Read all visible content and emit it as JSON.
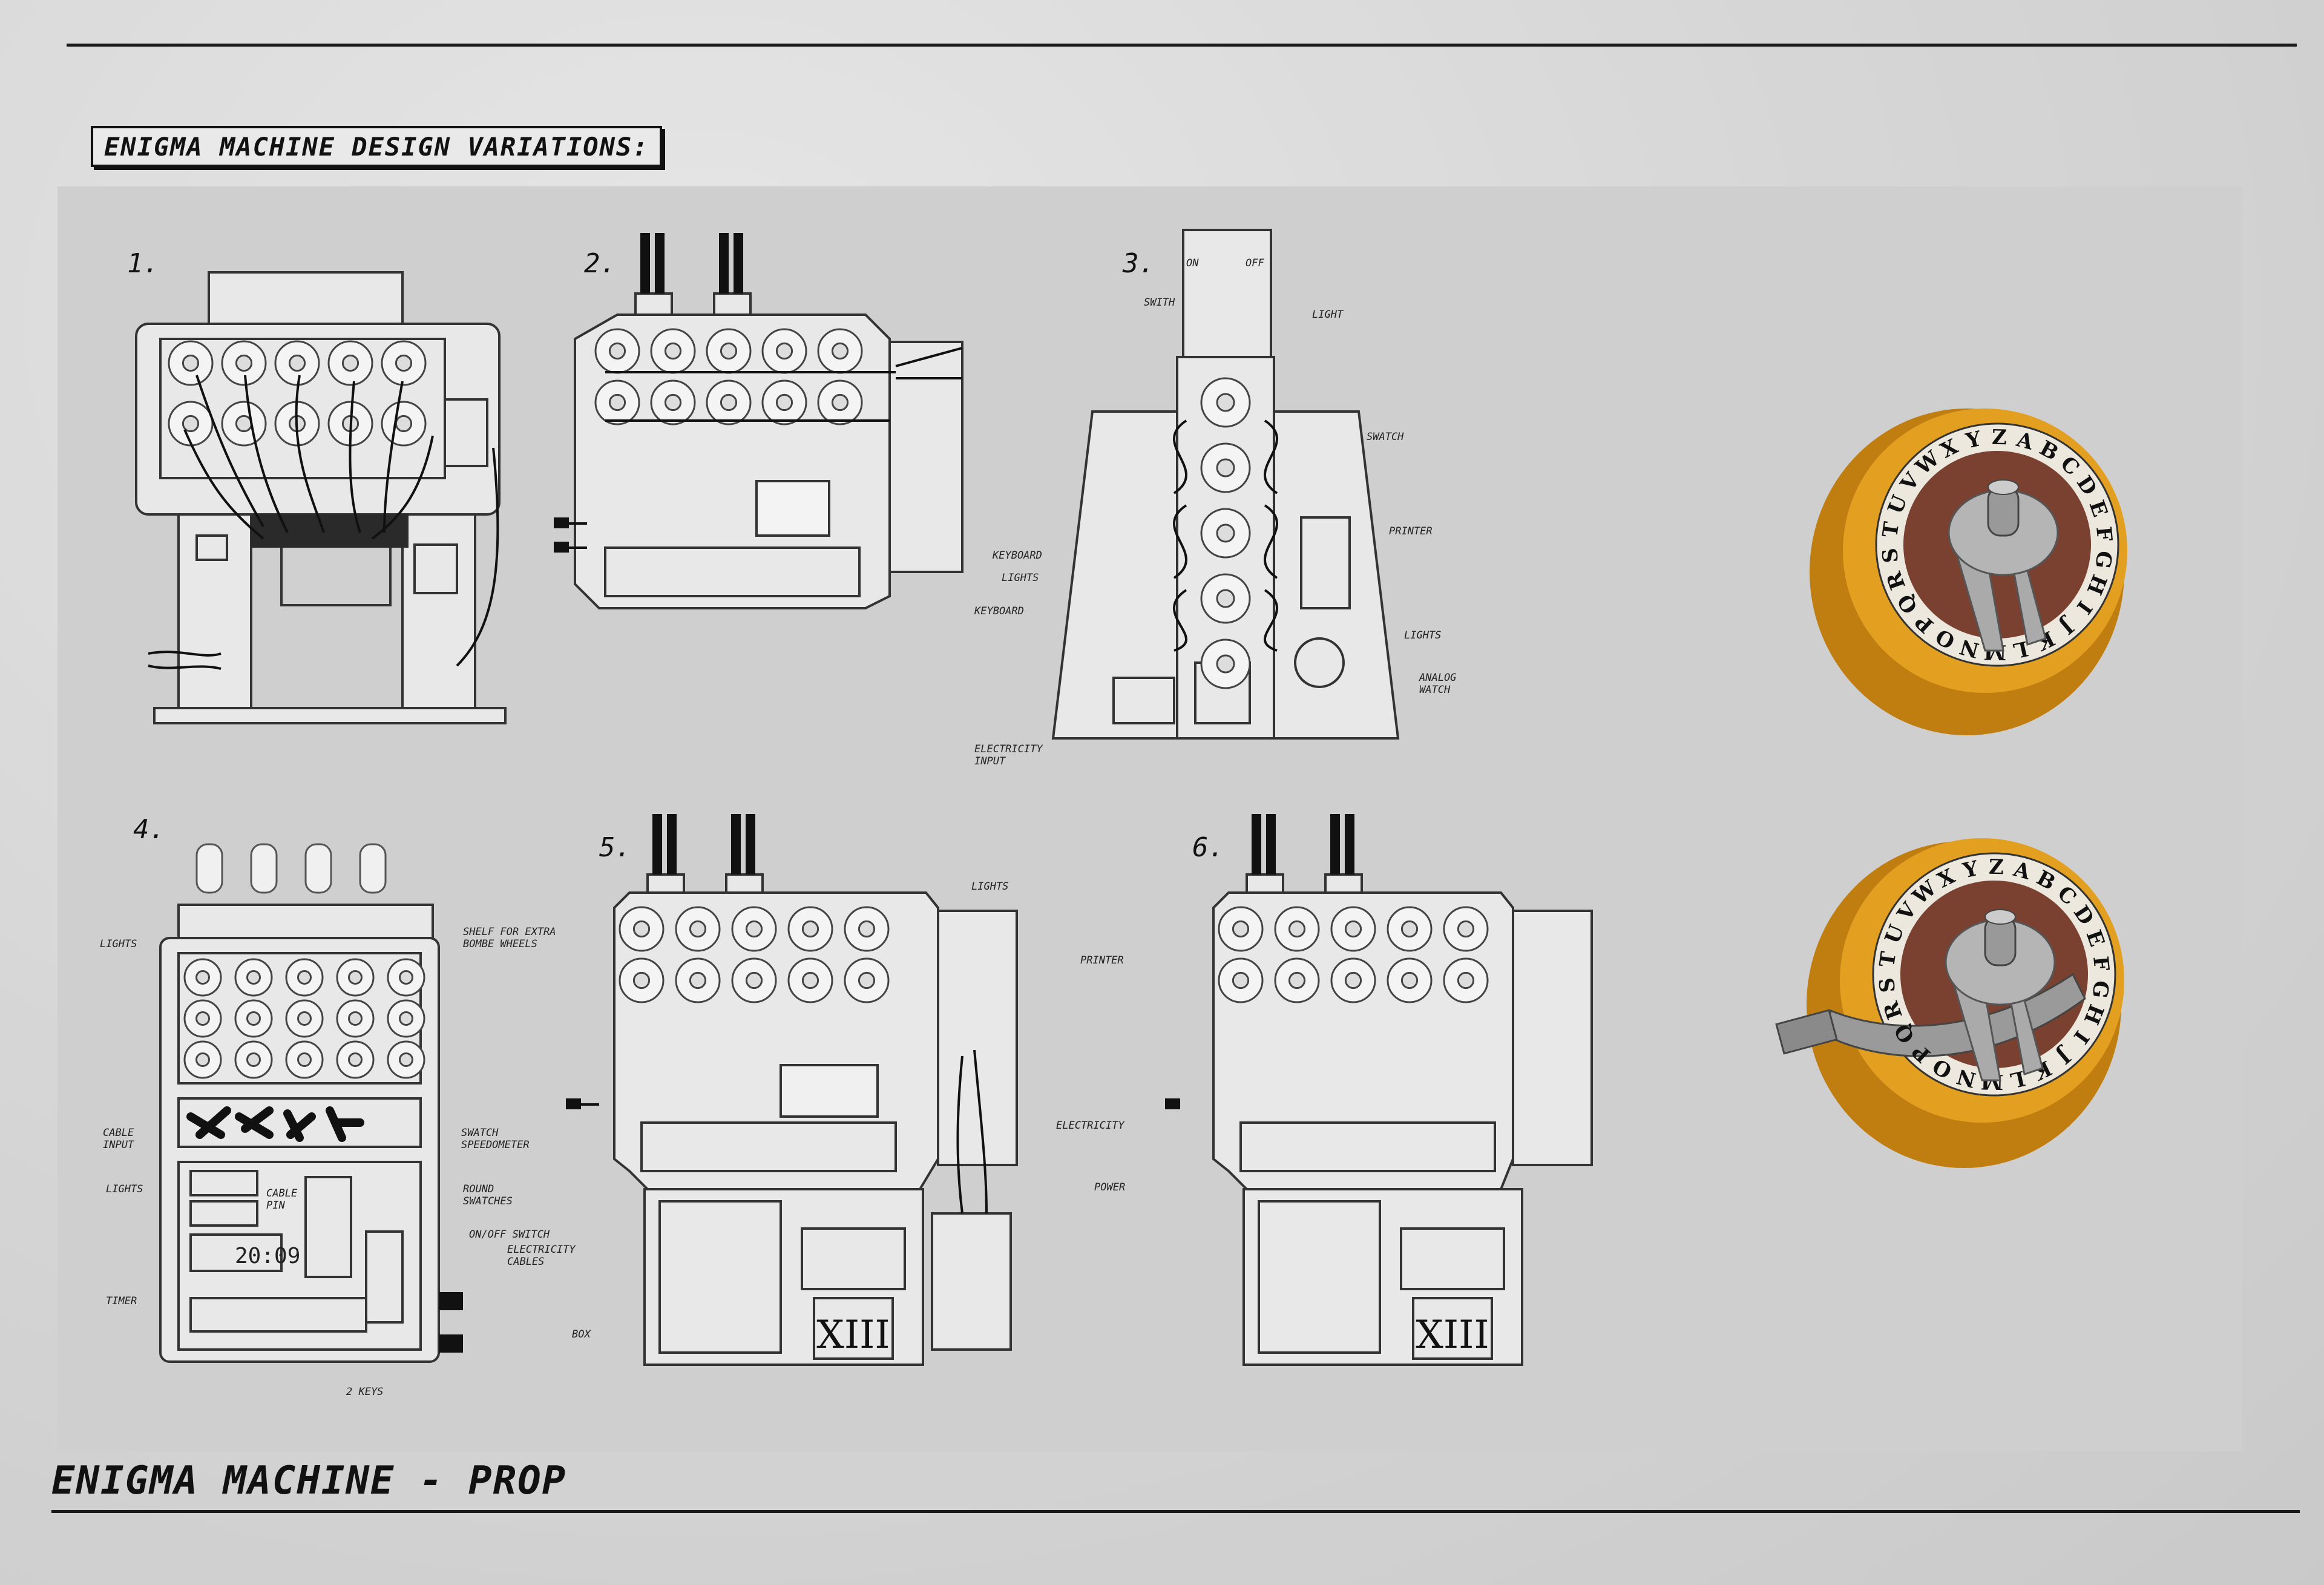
{
  "heading": "ENIGMA MACHINE DESIGN VARIATIONS:",
  "footer": "ENIGMA MACHINE - PROP",
  "variants": [
    {
      "num": "1."
    },
    {
      "num": "2."
    },
    {
      "num": "3.",
      "labels": {
        "swith": "SWITH",
        "light": "LIGHT",
        "swatch": "SWATCH",
        "printer": "PRINTER",
        "keyboard_a": "KEYBOARD",
        "lights_a": "LIGHTS",
        "keyboard_b": "KEYBOARD",
        "lights_b": "LIGHTS",
        "analog": "ANALOG WATCH",
        "electricity": "ELECTRICITY INPUT",
        "on": "ON",
        "off": "OFF"
      }
    },
    {
      "num": "4.",
      "labels": {
        "lights_a": "LIGHTS",
        "shelf": "SHELF FOR EXTRA BOMBE WHEELS",
        "cable_input": "CABLE INPUT",
        "swatch_speed": "SWATCH SPEEDOMETER",
        "lights_b": "LIGHTS",
        "cable_pin": "CABLE PIN",
        "round_swatches": "ROUND SWATCHES",
        "onoff": "ON/OFF SWITCH",
        "electricity_cables": "ELECTRICITY CABLES",
        "timer": "TIMER",
        "keys": "2 KEYS",
        "clock": "20:09"
      }
    },
    {
      "num": "5.",
      "labels": {
        "lights": "LIGHTS",
        "printer": "PRINTER",
        "electricity": "ELECTRICITY",
        "power": "POWER",
        "box": "BOX",
        "roman": "XIII"
      }
    },
    {
      "num": "6.",
      "labels": {
        "roman": "XIII"
      }
    }
  ],
  "rotor_letters": "ABCDEFGHIJKLMNOPQRSTUVWXYZ",
  "colors": {
    "rotor_orange": "#e3a020",
    "rotor_brown": "#7a4030",
    "ink": "#111111"
  }
}
